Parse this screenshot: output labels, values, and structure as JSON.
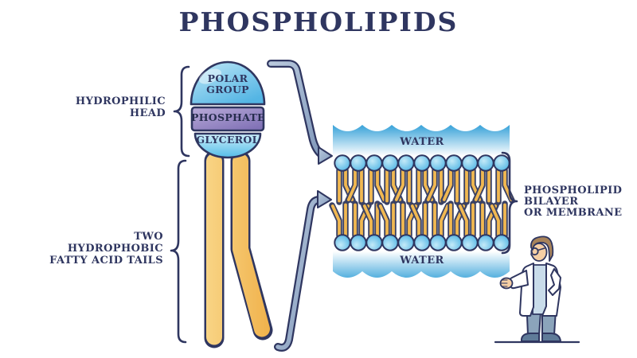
{
  "title": "PHOSPHOLIPIDS",
  "molecule": {
    "segments": [
      {
        "name": "polar-group",
        "lines": [
          "POLAR",
          "GROUP"
        ]
      },
      {
        "name": "phosphate",
        "lines": [
          "PHOSPHATE"
        ]
      },
      {
        "name": "glycerol",
        "lines": [
          "GLYCEROL"
        ]
      }
    ],
    "tails_count": 2
  },
  "annotations": {
    "hydrophilic_head": {
      "lines": [
        "HYDROPHILIC",
        "HEAD"
      ]
    },
    "hydrophobic_tails": {
      "lines": [
        "TWO",
        "HYDROPHOBIC",
        "FATTY ACID TAILS"
      ]
    },
    "bilayer_label": {
      "lines": [
        "PHOSPHOLIPID",
        "BILAYER",
        "OR MEMBRANE"
      ]
    }
  },
  "bilayer": {
    "water_top": "WATER",
    "water_bottom": "WATER",
    "lipids_per_row": 11,
    "rows": 2
  },
  "figure": {
    "description": "scientist pointing at bilayer"
  },
  "colors": {
    "navy_outline": "#2f3660",
    "head_blue": "#5fc0e8",
    "phosphate_purple": "#9185c0",
    "glycerol_blue": "#8ed4f0",
    "tail_yellow": "#f4c264",
    "water_blue": "#3fa7db",
    "arrow_steel": "#93abc9"
  }
}
